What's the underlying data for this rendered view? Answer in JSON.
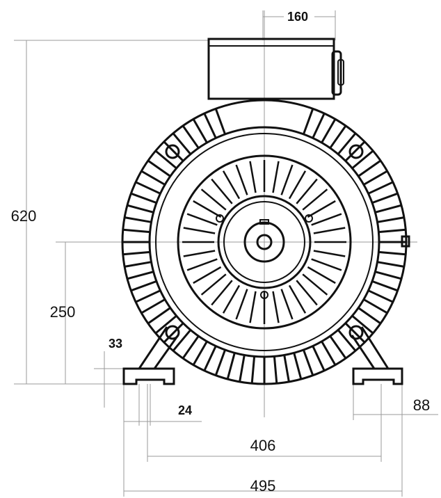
{
  "drawing": {
    "dimensions": {
      "terminal_box_width": "160",
      "overall_height": "620",
      "shaft_height": "250",
      "foot_height": "33",
      "foot_hole": "24",
      "foot_width": "88",
      "hole_spacing": "406",
      "base_width": "495"
    }
  }
}
